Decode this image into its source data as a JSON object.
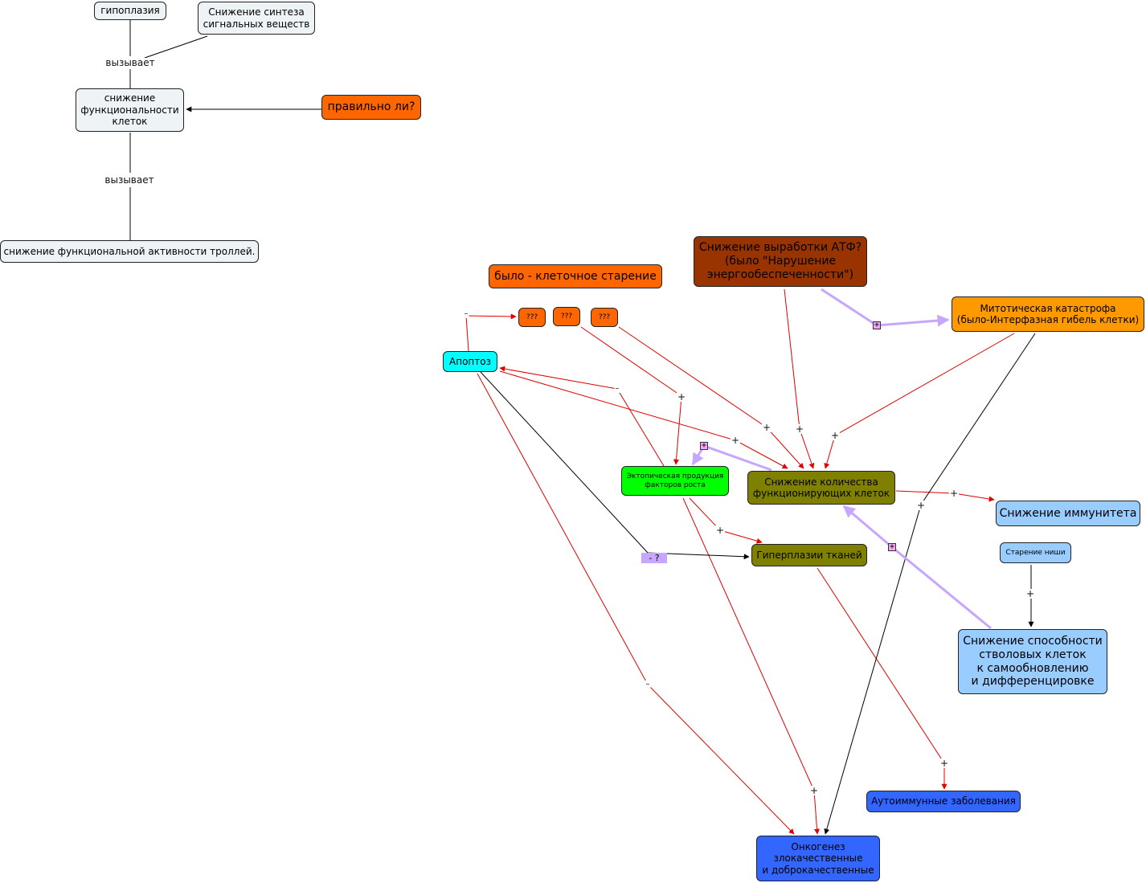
{
  "nodes": {
    "hypoplasia": "гипоплазия",
    "signal_synth": "Снижение синтеза\nсигнальных веществ",
    "cell_func": "снижение\nфункциональности\nклеток",
    "correct": "правильно ли?",
    "troll": "снижение функциональной активности троллей.",
    "was_senescence": "было - клеточное старение",
    "atp": "Снижение выработки АТФ?\n(было \"Нарушение\nэнергообеспеченности\")",
    "mitotic": "Митотическая катастрофа\n(было-Интерфазная гибель клетки)",
    "q1": "???",
    "q2": "???",
    "q3": "???",
    "apoptosis": "Апоптоз",
    "ectopic": "Эктопическая продукция\nфакторов  роста",
    "func_cells": "Снижение количества\nфункционирующих клеток",
    "immunity": "Снижение иммунитета",
    "hyperplasia": "Гиперплазии тканей",
    "niche": "Старение ниши",
    "stem": "Снижение способности\nстволовых клеток\nк самообновлению\nи дифференцировке",
    "autoimmune": "Аутоиммунные заболевания",
    "oncogenesis": "Онкогенез\nзлокачественные\nи доброкачественные"
  },
  "link_labels": {
    "causes_1": "вызывает",
    "causes_2": "вызывает",
    "plus": "+",
    "minus": "–",
    "minus_q": "- ?"
  },
  "colors": {
    "light_node": "#eef3f6",
    "orange_red": "#ff6600",
    "brown": "#993300",
    "orange": "#ff9900",
    "cyan": "#00ffff",
    "green": "#00ff00",
    "olive": "#808000",
    "light_blue": "#99ccff",
    "blue": "#3366ff",
    "red_line": "#e00000",
    "purple_line": "#c6a6ff",
    "black_line": "#000000"
  }
}
